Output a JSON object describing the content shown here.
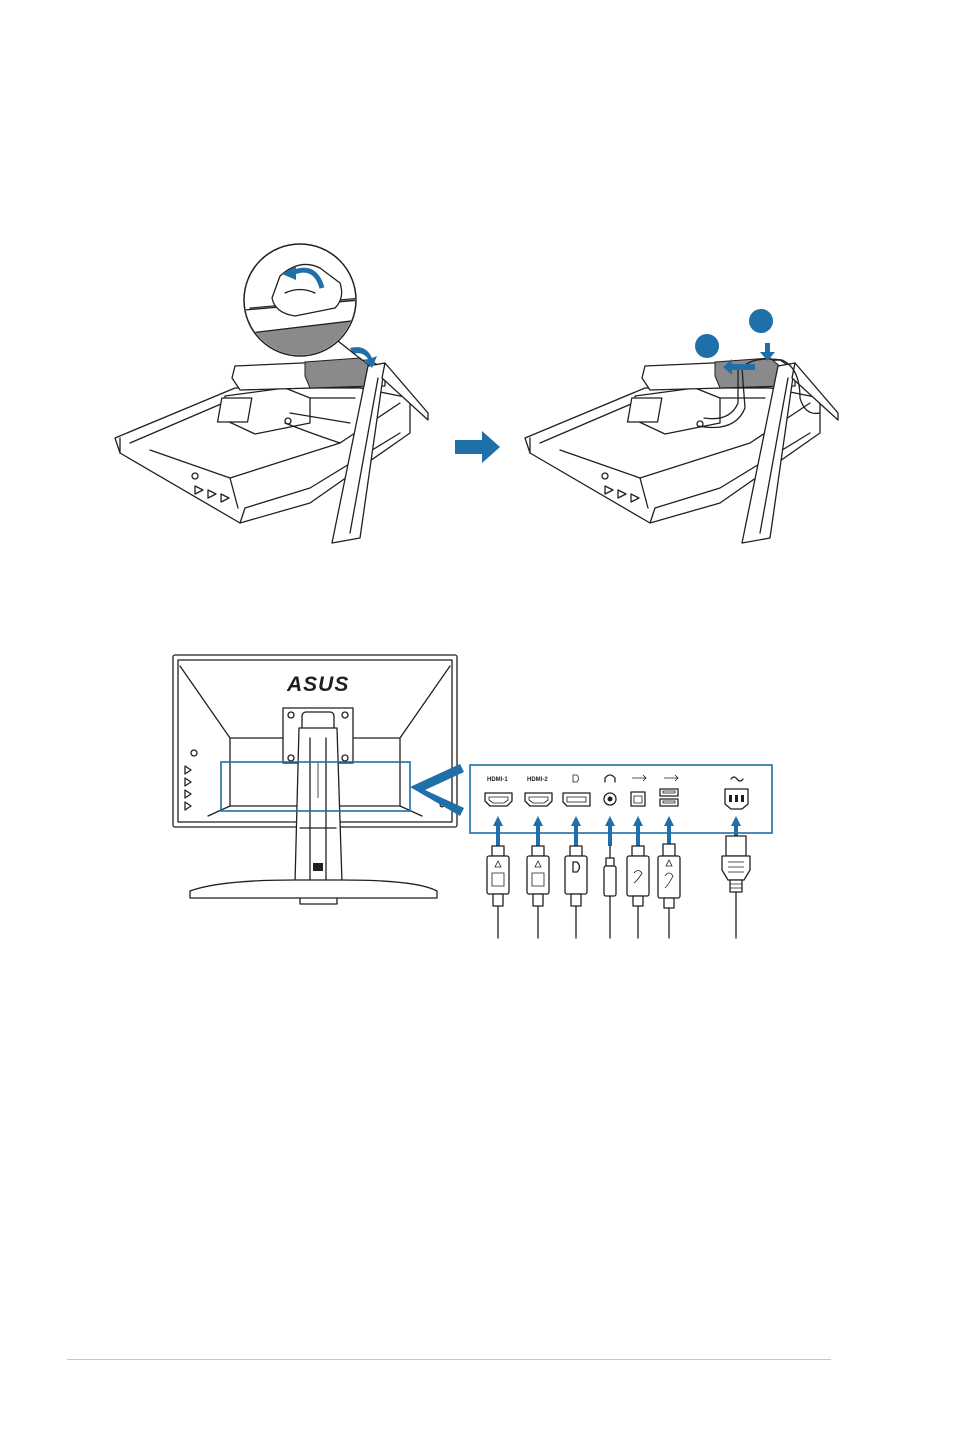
{
  "rear_view": {
    "brand_logo": "ASUS"
  },
  "io_panel": {
    "ports": [
      {
        "label": "HDMI-1",
        "icon": "hdmi-port-icon"
      },
      {
        "label": "HDMI-2",
        "icon": "hdmi-port-icon"
      },
      {
        "label": "",
        "icon": "displayport-icon"
      },
      {
        "label": "",
        "icon": "headphone-jack-icon"
      },
      {
        "label": "",
        "icon": "usb-3-upstream-icon"
      },
      {
        "label": "",
        "icon": "usb-3-downstream-icon"
      },
      {
        "label": "",
        "icon": "ac-power-inlet-icon"
      }
    ]
  },
  "colors": {
    "accent": "#1f6fa8",
    "ink": "#231f20",
    "shade": "#8a8a8c",
    "rule": "#c8c8c8"
  }
}
